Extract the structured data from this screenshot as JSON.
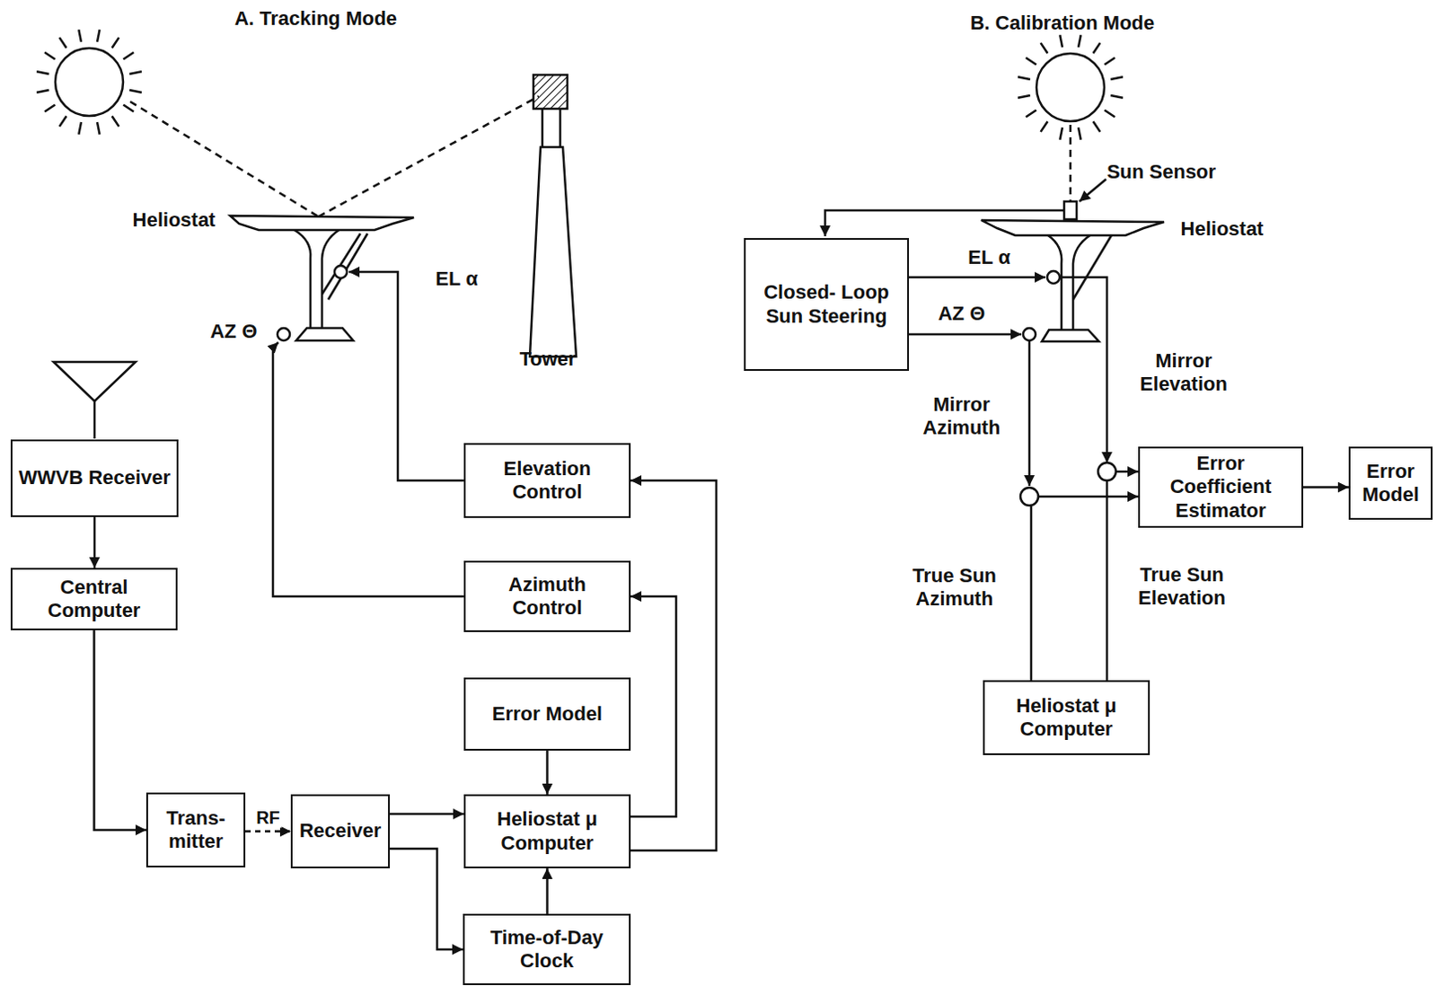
{
  "diagram": {
    "nodes": [
      {
        "text": [
          "WWVB Receiver"
        ]
      },
      {
        "text": [
          "Central Computer"
        ]
      },
      {
        "text": [
          "Trans- mitter"
        ]
      },
      {
        "text": [
          "Receiver"
        ]
      },
      {
        "text": [
          "Elevation Control"
        ]
      },
      {
        "text": [
          "Azimuth Control"
        ]
      },
      {
        "text": [
          "Error Model"
        ]
      },
      {
        "text": [
          "Heliostat μ Computer"
        ]
      },
      {
        "text": [
          "Time-of-Day Clock"
        ]
      },
      {
        "text": [
          "Closed- Loop Sun Steering"
        ]
      },
      {
        "text": [
          "Error Coefficient Estimator"
        ]
      },
      {
        "text": [
          "Error Model"
        ]
      },
      {
        "text": [
          "Heliostat μ Computer"
        ]
      }
    ],
    "edges": [
      {
        "from": 0,
        "to": 1,
        "arrow": "to"
      },
      {
        "from": 1,
        "to": 2,
        "arrow": "to"
      },
      {
        "from": 2,
        "to": 3,
        "label": "RF",
        "arrow": "to"
      },
      {
        "from": 3,
        "to": 7,
        "arrow": "to"
      },
      {
        "from": 3,
        "to": 8,
        "arrow": "to"
      },
      {
        "from": 6,
        "to": 7,
        "arrow": "to"
      },
      {
        "from": 8,
        "to": 7,
        "arrow": "to"
      },
      {
        "from": 7,
        "to": 5,
        "arrow": "to"
      },
      {
        "from": 7,
        "to": 4,
        "arrow": "to"
      },
      {
        "from": 10,
        "to": 11,
        "arrow": "to"
      },
      {
        "from": 12,
        "to": 10,
        "arrow": "to"
      },
      {
        "from": 12,
        "to": 10,
        "arrow": "to"
      }
    ],
    "labels": [
      "A. Tracking Mode",
      "B. Calibration Mode",
      "Heliostat",
      "EL α",
      "AZ Θ",
      "Tower",
      "Sun Sensor",
      "Heliostat",
      "EL α",
      "AZ Θ",
      "Mirror Azimuth",
      "Mirror Elevation",
      "True Sun Azimuth",
      "True Sun Elevation"
    ]
  }
}
